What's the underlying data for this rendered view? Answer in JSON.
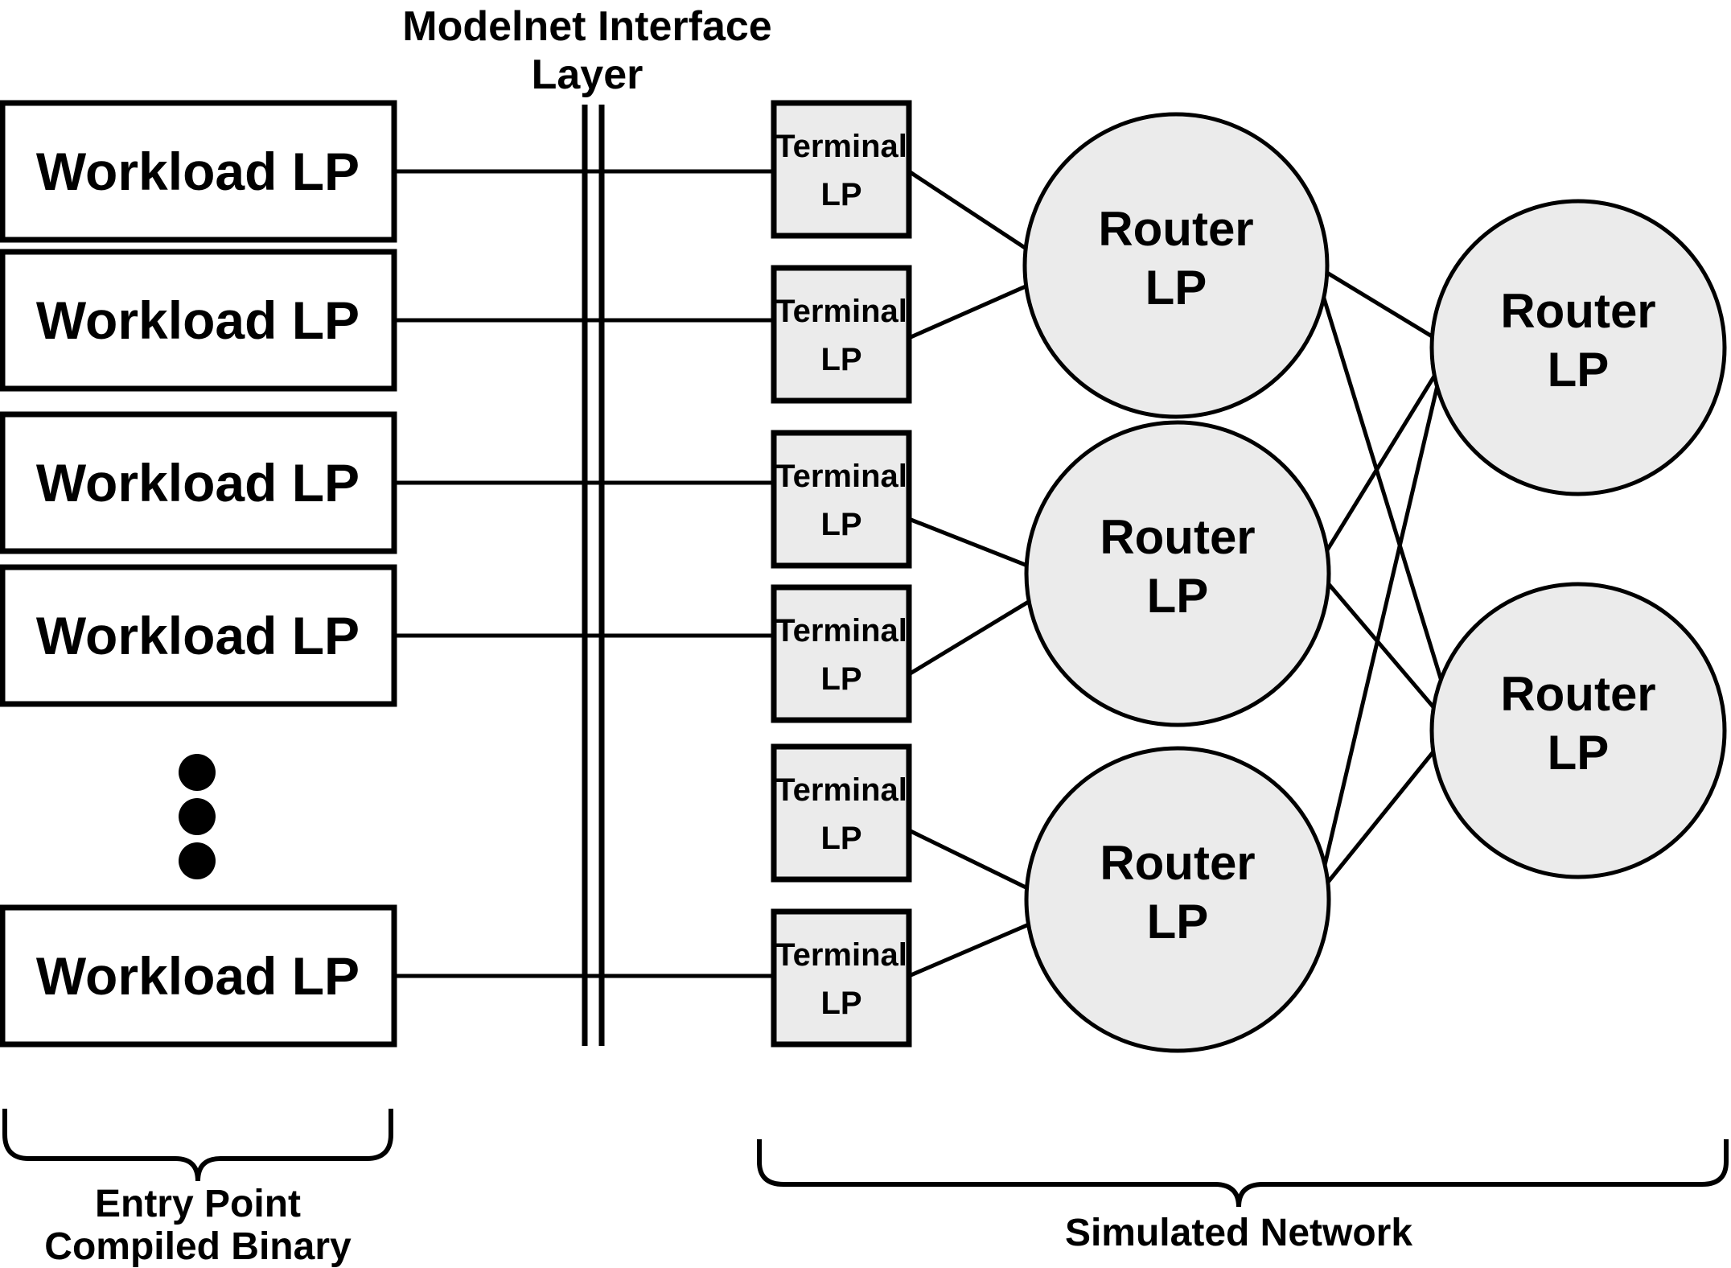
{
  "diagram": {
    "title_interface_layer": "Modelnet Interface",
    "title_interface_layer_line2": "Layer",
    "caption_left_line1": "Entry Point",
    "caption_left_line2": "Compiled Binary",
    "caption_right": "Simulated Network",
    "colors": {
      "background": "#ffffff",
      "stroke": "#000000",
      "node_fill_gray": "#ebebeb",
      "node_fill_white": "#ffffff"
    },
    "workload_nodes": [
      {
        "label": "Workload LP"
      },
      {
        "label": "Workload LP"
      },
      {
        "label": "Workload LP"
      },
      {
        "label": "Workload LP"
      },
      {
        "label": "Workload LP"
      }
    ],
    "ellipsis_dots": 3,
    "terminal_nodes": [
      {
        "label_line1": "Terminal",
        "label_line2": "LP"
      },
      {
        "label_line1": "Terminal",
        "label_line2": "LP"
      },
      {
        "label_line1": "Terminal",
        "label_line2": "LP"
      },
      {
        "label_line1": "Terminal",
        "label_line2": "LP"
      },
      {
        "label_line1": "Terminal",
        "label_line2": "LP"
      },
      {
        "label_line1": "Terminal",
        "label_line2": "LP"
      }
    ],
    "router_nodes_left": [
      {
        "label_line1": "Router",
        "label_line2": "LP"
      },
      {
        "label_line1": "Router",
        "label_line2": "LP"
      },
      {
        "label_line1": "Router",
        "label_line2": "LP"
      }
    ],
    "router_nodes_right": [
      {
        "label_line1": "Router",
        "label_line2": "LP"
      },
      {
        "label_line1": "Router",
        "label_line2": "LP"
      }
    ]
  }
}
